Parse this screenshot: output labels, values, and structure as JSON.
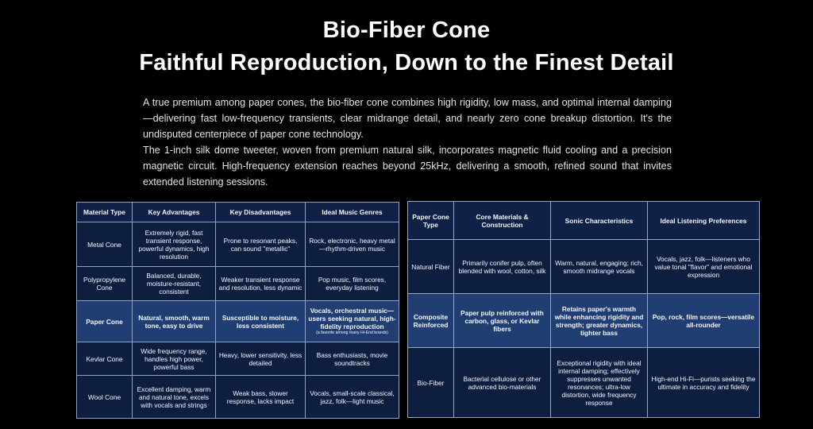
{
  "heading": {
    "line1": "Bio-Fiber Cone",
    "line2": "Faithful Reproduction, Down to the Finest Detail"
  },
  "intro": {
    "p1": "A true premium among paper cones, the bio-fiber cone combines high rigidity, low mass, and optimal internal damping—delivering fast low-frequency transients, clear midrange detail, and nearly zero cone breakup distortion. It's the undisputed centerpiece of paper cone technology.",
    "p2": "The 1-inch silk dome tweeter, woven from premium natural silk, incorporates magnetic fluid cooling and a precision magnetic circuit. High-frequency extension reaches beyond 25kHz, delivering a smooth, refined sound that invites extended listening sessions."
  },
  "material_table": {
    "headers": [
      "Material Type",
      "Key Advantages",
      "Key Disadvantages",
      "Ideal Music Genres"
    ],
    "rows": [
      [
        "Metal Cone",
        "Extremely rigid, fast transient response, powerful dynamics, high resolution",
        "Prone to resonant peaks, can sound \"metallic\"",
        "Rock, electronic, heavy metal—rhythm-driven music"
      ],
      [
        "Polypropylene Cone",
        "Balanced, durable, moisture-resistant, consistent",
        "Weaker transient response and resolution, less dynamic",
        "Pop music, film scores, everyday listening"
      ],
      [
        "Paper Cone",
        "Natural, smooth, warm tone, easy to drive",
        "Susceptible to moisture, less consistent",
        "Vocals, orchestral music—users seeking natural, high-fidelity reproduction"
      ],
      [
        "Kevlar Cone",
        "Wide frequency range, handles high power, powerful bass",
        "Heavy, lower sensitivity, less detailed",
        "Bass enthusiasts, movie soundtracks"
      ],
      [
        "Wool Cone",
        "Excellent damping, warm and natural tone, excels with vocals and strings",
        "Weak bass, slower response, lacks impact",
        "Vocals, small-scale classical, jazz, folk—light music"
      ]
    ],
    "paper_note": "(a favorite among many Hi-End brands)"
  },
  "paper_table": {
    "headers": [
      "Paper Cone Type",
      "Core Materials & Construction",
      "Sonic Characteristics",
      "Ideal Listening Preferences"
    ],
    "rows": [
      [
        "Natural Fiber",
        "Primarily conifer pulp, often blended with wool, cotton, silk",
        "Warm, natural, engaging; rich, smooth midrange vocals",
        "Vocals, jazz, folk—listeners who value tonal \"flavor\" and emotional expression"
      ],
      [
        "Composite Reinforced",
        "Paper pulp reinforced with carbon, glass, or Kevlar fibers",
        "Retains paper's warmth while enhancing rigidity and strength; greater dynamics, tighter bass",
        "Pop, rock, film scores—versatile all-rounder"
      ],
      [
        "Bio-Fiber",
        "Bacterial cellulose or other advanced bio-materials",
        "Exceptional rigidity with ideal internal damping; effectively suppresses unwanted resonances; ultra-low distortion, wide frequency response",
        "High-end Hi-Fi—purists seeking the ultimate in accuracy and fidelity"
      ]
    ]
  },
  "colors": {
    "background": "#000000",
    "cell": "#0e1e3f",
    "header_cell": "#0f2147",
    "highlight_cell": "#213e72",
    "border": "#8fa2c6"
  }
}
